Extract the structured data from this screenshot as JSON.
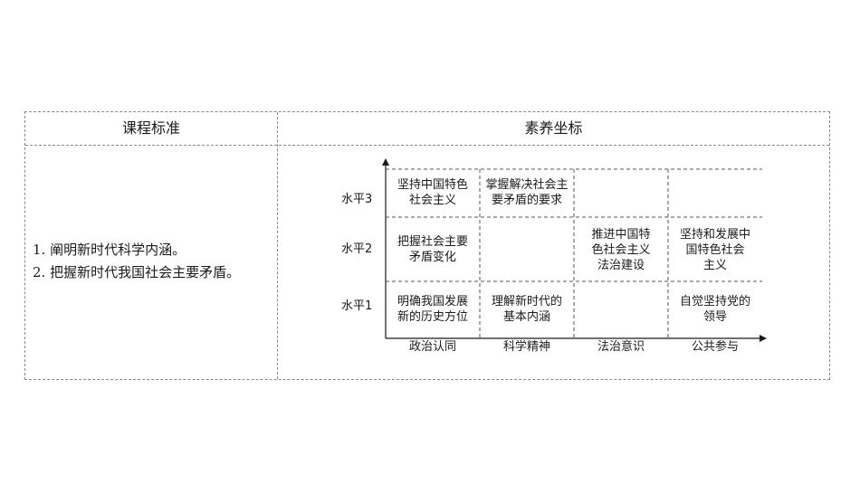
{
  "table": {
    "headers": [
      "课程标准",
      "素养坐标"
    ],
    "standards": [
      "1. 阐明新时代科学内涵。",
      "2. 把握新时代我国社会主要矛盾。"
    ]
  },
  "coordinate": {
    "x_labels": [
      "政治认同",
      "科学精神",
      "法治意识",
      "公共参与"
    ],
    "y_labels": [
      "水平3",
      "水平2",
      "水平1"
    ],
    "cells": {
      "level3": [
        [
          "坚持中国特色",
          "社会主义"
        ],
        [
          "掌握解决社会主",
          "要矛盾的要求"
        ],
        [],
        []
      ],
      "level2": [
        [
          "把握社会主要",
          "矛盾变化"
        ],
        [],
        [
          "推进中国特",
          "色社会主义",
          "法治建设"
        ],
        [
          "坚持和发展中",
          "国特色社会",
          "主义"
        ]
      ],
      "level1": [
        [
          "明确我国发展",
          "新的历史方位"
        ],
        [
          "理解新时代的",
          "基本内涵"
        ],
        [],
        [
          "自觉坚持党的",
          "领导"
        ]
      ]
    }
  }
}
